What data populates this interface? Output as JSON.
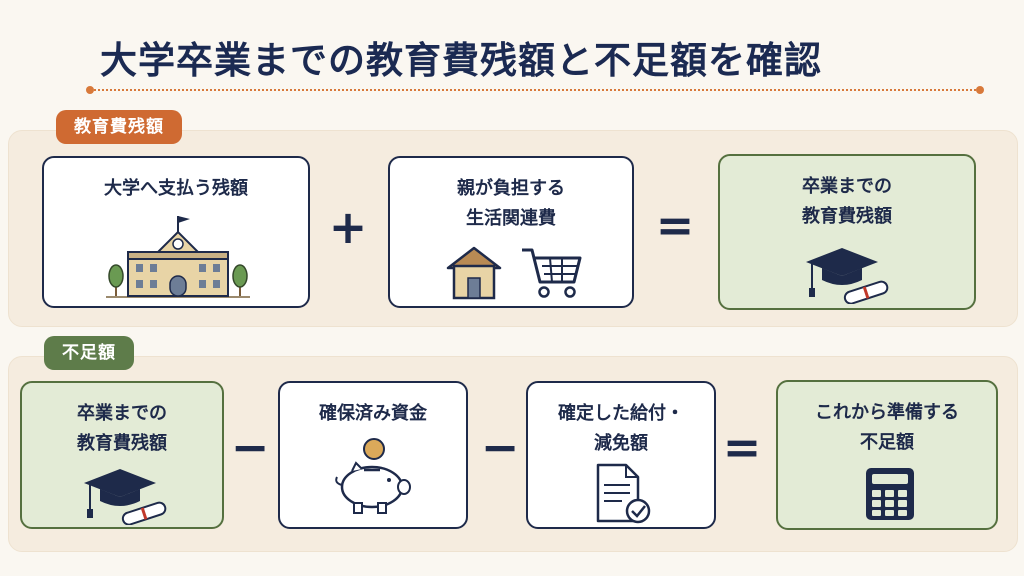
{
  "title": "大学卒業までの教育費残額と不足額を確認",
  "section1": {
    "tag": "教育費残額",
    "box1": "大学へ支払う残額",
    "op1": "+",
    "box2": "親が負担する\n生活関連費",
    "op2": "=",
    "box3": "卒業までの\n教育費残額"
  },
  "section2": {
    "tag": "不足額",
    "box1": "卒業までの\n教育費残額",
    "op1": "−",
    "box2": "確保済み資金",
    "op2": "−",
    "box3": "確定した給付・\n減免額",
    "op3": "=",
    "box4": "これから準備する\n不足額"
  },
  "icons": [
    "university-building-icon",
    "house-icon",
    "shopping-cart-icon",
    "graduation-cap-diploma-icon",
    "piggy-bank-coin-icon",
    "document-check-icon",
    "calculator-icon"
  ],
  "colors": {
    "navy": "#1e2a4a",
    "orange": "#cf6a32",
    "green": "#5e7c4a",
    "light_green": "#e3ebd6",
    "panel": "#f5ecdf"
  }
}
